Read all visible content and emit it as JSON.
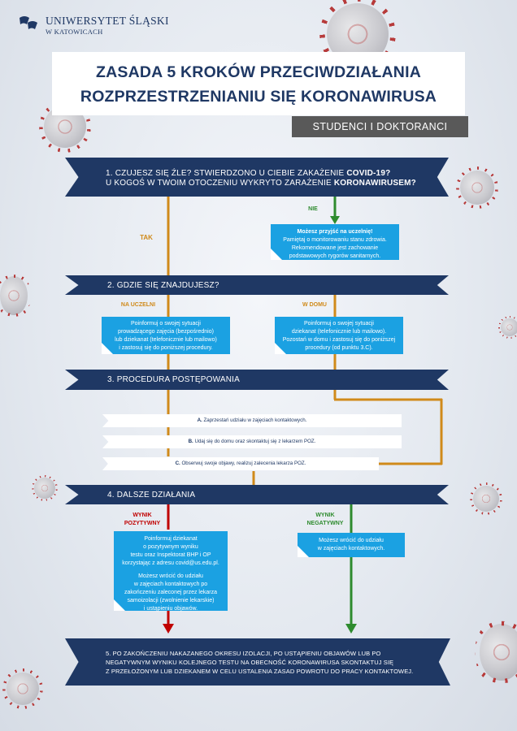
{
  "logo": {
    "name": "UNIWERSYTET ŚLĄSKI",
    "subtitle": "W KATOWICACH"
  },
  "title": {
    "line1": "ZASADA 5 KROKÓW PRZECIWDZIAŁANIA",
    "line2": "ROZPRZESTRZENIANIU SIĘ KORONAWIRUSA",
    "audience": "STUDENCI I DOKTORANCI"
  },
  "step1": {
    "line1_prefix": "1. CZUJESZ SIĘ ŹLE? STWIERDZONO U CIEBIE ZAKAŻENIE ",
    "line1_bold": "COVID-19?",
    "line2_prefix": "U KOGOŚ W TWOIM OTOCZENIU WYKRYTO ZARAŻENIE ",
    "line2_bold": "KORONAWIRUSEM?",
    "yes_label": "TAK",
    "no_label": "NIE",
    "no_box_title": "Możesz przyjść na uczelnię!",
    "no_box_line1": "Pamiętaj o monitorowaniu stanu zdrowia.",
    "no_box_line2": "Rekomendowane jest zachowanie",
    "no_box_line3": "podstawowych rygorów sanitarnych."
  },
  "step2": {
    "heading": "2. GDZIE SIĘ ZNAJDUJESZ?",
    "left_label": "NA UCZELNI",
    "right_label": "W DOMU",
    "left_box": [
      "Poinformuj o swojej sytuacji",
      "prowadzącego zajęcia (bezpośrednio)",
      "lub dziekanat (telefonicznie lub mailowo)",
      "i zastosuj się do poniższej procedury."
    ],
    "right_box": [
      "Poinformuj o swojej sytuacji",
      "dziekanat (telefonicznie lub mailowo).",
      "Pozostań w domu i zastosuj się do poniższej",
      "procedury (od punktu 3.C)."
    ]
  },
  "step3": {
    "heading": "3. PROCEDURA POSTĘPOWANIA",
    "items": [
      {
        "letter": "A.",
        "text": " Zaprzestań udziału w zajęciach kontaktowych."
      },
      {
        "letter": "B.",
        "text": " Udaj się do domu oraz skontaktuj się z lekarzem POZ."
      },
      {
        "letter": "C.",
        "text": " Obserwuj swoje objawy, realizuj zalecenia lekarza POZ."
      }
    ]
  },
  "step4": {
    "heading": "4. DALSZE DZIAŁANIA",
    "positive_label_1": "WYNIK",
    "positive_label_2": "POZYTYWNY",
    "negative_label_1": "WYNIK",
    "negative_label_2": "NEGATYWNY",
    "positive_box": [
      "Poinformuj dziekanat",
      "o pozytywnym wyniku",
      "testu oraz Inspektorat BHP i OP",
      "korzystając z adresu covid@us.edu.pl.",
      "",
      "Możesz wrócić do udziału",
      "w zajęciach kontaktowych po",
      "zakończeniu zaleconej przez lekarza",
      "samoizolacji (zwolnienie lekarskie)",
      "i ustąpieniu objawów."
    ],
    "negative_box": [
      "Możesz wrócić do udziału",
      "w zajęciach kontaktowych."
    ]
  },
  "step5": {
    "lines": [
      "5.  PO ZAKOŃCZENIU NAKAZANEGO OKRESU IZOLACJI, PO USTĄPIENIU OBJAWÓW LUB PO",
      "NEGATYWNYM WYNIKU KOLEJNEGO TESTU NA OBECNOŚĆ KORONAWIRUSA SKONTAKTUJ SIĘ",
      "Z PRZEŁOŻONYM LUB DZIEKANEM W CELU USTALENIA ZASAD POWROTU DO PRACY KONTAKTOWEJ."
    ]
  },
  "colors": {
    "navy": "#1f3864",
    "blue": "#1ba1e2",
    "orange": "#d08a1a",
    "green": "#2e8b2e",
    "red": "#c00000",
    "gray": "#595959"
  }
}
